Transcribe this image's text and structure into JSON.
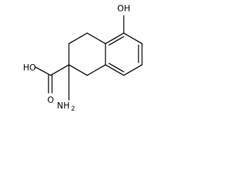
{
  "molecule": {
    "labels": {
      "hydroxyl": "OH",
      "acid_left": "HO",
      "acid_right": "O",
      "amino_main": "NH",
      "amino_sub": "2"
    }
  }
}
